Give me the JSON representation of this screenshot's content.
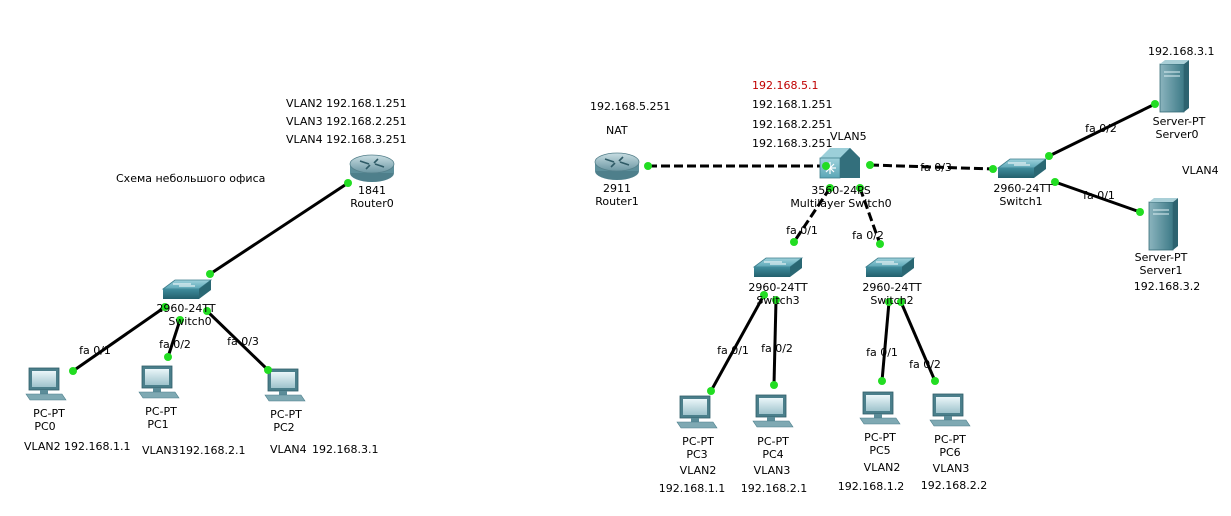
{
  "title": "Схема небольшого офиса",
  "colors": {
    "link": "#000000",
    "port": "#22dd22",
    "device": "#2f8b99",
    "highlight": "#c00000"
  },
  "devices": {
    "router0": {
      "model": "1841",
      "name": "Router0",
      "icon": "router-icon"
    },
    "router1": {
      "model": "2911",
      "name": "Router1",
      "icon": "router-icon"
    },
    "mls0": {
      "model": "3560-24PS",
      "name": "Multilayer Switch0",
      "icon": "multilayer-switch-icon"
    },
    "switch0": {
      "model": "2960-24TT",
      "name": "Switch0",
      "icon": "switch-icon"
    },
    "switch1": {
      "model": "2960-24TT",
      "name": "Switch1",
      "icon": "switch-icon"
    },
    "switch2": {
      "model": "2960-24TT",
      "name": "Switch2",
      "icon": "switch-icon"
    },
    "switch3": {
      "model": "2960-24TT",
      "name": "Switch3",
      "icon": "switch-icon"
    },
    "server0": {
      "model": "Server-PT",
      "name": "Server0",
      "icon": "server-icon"
    },
    "server1": {
      "model": "Server-PT",
      "name": "Server1",
      "icon": "server-icon"
    },
    "pc0": {
      "model": "PC-PT",
      "name": "PC0",
      "icon": "pc-icon"
    },
    "pc1": {
      "model": "PC-PT",
      "name": "PC1",
      "icon": "pc-icon"
    },
    "pc2": {
      "model": "PC-PT",
      "name": "PC2",
      "icon": "pc-icon"
    },
    "pc3": {
      "model": "PC-PT",
      "name": "PC3",
      "icon": "pc-icon"
    },
    "pc4": {
      "model": "PC-PT",
      "name": "PC4",
      "icon": "pc-icon"
    },
    "pc5": {
      "model": "PC-PT",
      "name": "PC5",
      "icon": "pc-icon"
    },
    "pc6": {
      "model": "PC-PT",
      "name": "PC6",
      "icon": "pc-icon"
    }
  },
  "ports": {
    "sw0_pc0": "fa 0/1",
    "sw0_pc1": "fa 0/2",
    "sw0_pc2": "fa 0/3",
    "sw3_mls": "fa 0/1",
    "sw2_mls": "fa 0/2",
    "sw3_pc3": "fa 0/1",
    "sw3_pc4": "fa 0/2",
    "sw2_pc5": "fa 0/1",
    "sw2_pc6": "fa 0/2",
    "sw1_mls": "fa 0/3",
    "sw1_server0": "fa 0/2",
    "sw1_server1": "fa 0/1"
  },
  "labels": {
    "router0_vlan2": "VLAN2 192.168.1.251",
    "router0_vlan3": "VLAN3 192.168.2.251",
    "router0_vlan4": "VLAN4 192.168.3.251",
    "mls_ip_red": "192.168.5.1",
    "mls_ip1": "192.168.1.251",
    "mls_ip2": "192.168.2.251",
    "mls_ip3": "192.168.3.251",
    "mls_vlan": "VLAN5",
    "router1_ip": "192.168.5.251",
    "router1_nat": "NAT",
    "server0_ip": "192.168.3.1",
    "server1_ip": "192.168.3.2",
    "server_vlan": "VLAN4",
    "pc0_vlan": "VLAN2",
    "pc0_ip": "192.168.1.1",
    "pc1_vlan": "VLAN3",
    "pc1_ip": "192.168.2.1",
    "pc2_vlan": "VLAN4",
    "pc2_ip": "192.168.3.1",
    "pc3_vlan": "VLAN2",
    "pc3_ip": "192.168.1.1",
    "pc4_vlan": "VLAN3",
    "pc4_ip": "192.168.2.1",
    "pc5_vlan": "VLAN2",
    "pc5_ip": "192.168.1.2",
    "pc6_vlan": "VLAN3",
    "pc6_ip": "192.168.2.2"
  }
}
